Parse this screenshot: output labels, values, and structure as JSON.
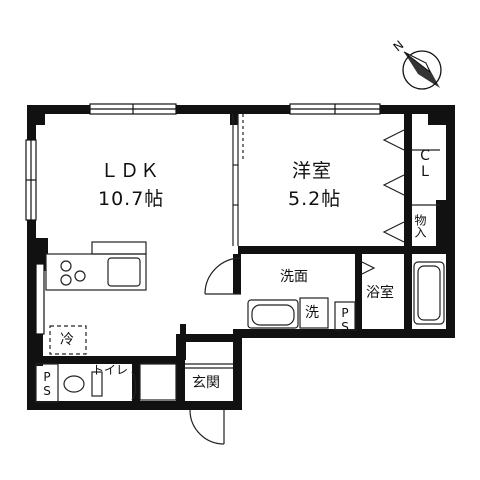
{
  "compass": {
    "label": "N"
  },
  "rooms": {
    "ldk": {
      "name": "ＬＤＫ",
      "size": "10.7帖"
    },
    "western": {
      "name": "洋室",
      "size": "5.2帖"
    },
    "closet": {
      "name": "CL"
    },
    "storage": {
      "name": "物入"
    },
    "washroom": {
      "name": "洗面"
    },
    "bathroom": {
      "name": "浴室"
    },
    "washer": {
      "name": "洗"
    },
    "ps_right": {
      "name": "PS"
    },
    "ps_left": {
      "name": "PS"
    },
    "fridge": {
      "name": "冷"
    },
    "toilet": {
      "name": "トイレ"
    },
    "entrance": {
      "name": "玄関"
    }
  },
  "colors": {
    "wall": "#111111",
    "line": "#222222",
    "background": "#ffffff"
  }
}
